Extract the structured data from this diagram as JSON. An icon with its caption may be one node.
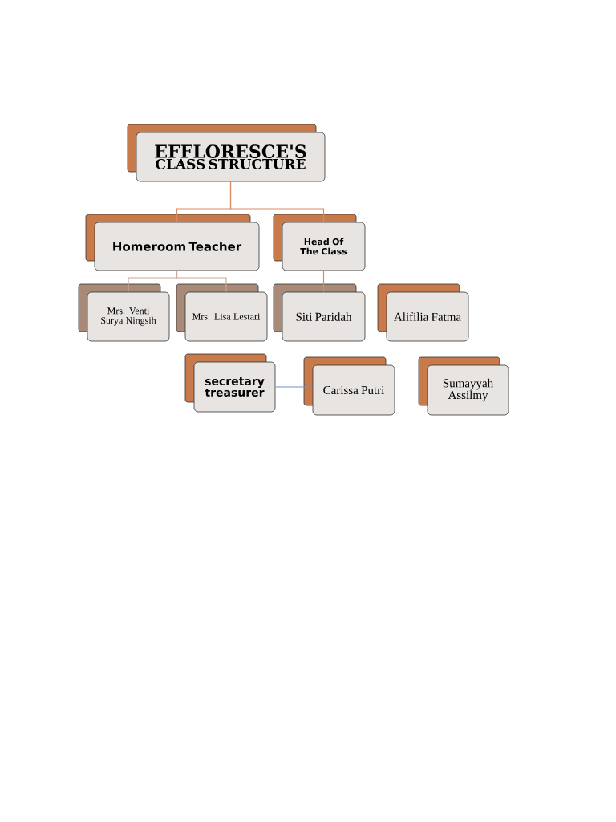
{
  "diagram": {
    "nodes": [
      {
        "text": [
          "EFFLORESCE'S",
          "CLASS STRUCTURE"
        ]
      },
      {
        "text": [
          "Homeroom Teacher"
        ]
      },
      {
        "text": [
          "Head Of The Class"
        ]
      },
      {
        "text": [
          "Mrs. Venti Surya Ningsih"
        ]
      },
      {
        "text": [
          "Mrs. Lisa Lestari"
        ]
      },
      {
        "text": [
          "Siti Paridah"
        ]
      },
      {
        "text": [
          "Alifilia Fatma"
        ]
      },
      {
        "text": [
          "secretary treasurer"
        ]
      },
      {
        "text": [
          "Carissa Putri"
        ]
      },
      {
        "text": [
          "Sumayyah Assilmy"
        ]
      }
    ],
    "edges": [
      {
        "from": 0,
        "to": 1,
        "arrow": "none"
      },
      {
        "from": 0,
        "to": 2,
        "arrow": "none"
      },
      {
        "from": 1,
        "to": 3,
        "arrow": "none",
        "color": "#c8aa98"
      },
      {
        "from": 1,
        "to": 4,
        "arrow": "none",
        "color": "#c8aa98"
      },
      {
        "from": 2,
        "to": 5,
        "arrow": "none"
      },
      {
        "from": 7,
        "to": 8,
        "arrow": "none",
        "color": "#7090d0"
      }
    ]
  }
}
